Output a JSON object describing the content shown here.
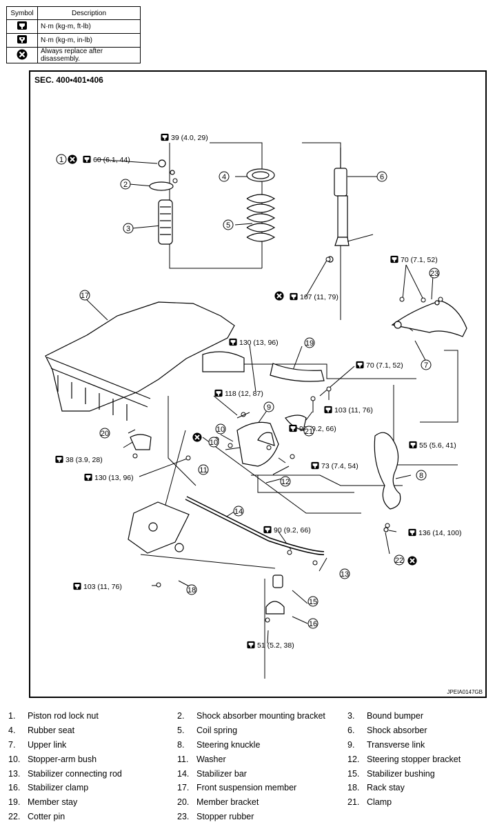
{
  "legend": {
    "header": {
      "symbol": "Symbol",
      "description": "Description"
    },
    "rows": [
      {
        "icon": "torque-wrench-icon",
        "description": "N·m (kg-m, ft-lb)"
      },
      {
        "icon": "torque-wrench-inlb-icon",
        "description": "N·m (kg-m, in-lb)"
      },
      {
        "icon": "always-replace-icon",
        "description": "Always replace after disassembly."
      }
    ]
  },
  "diagram": {
    "section": "SEC. 400•401•406",
    "figure_id": "JPEIA0147GB",
    "torques": [
      "39 (4.0, 29)",
      "60 (6.1, 44)",
      "107 (11, 79)",
      "70 (7.1, 52)",
      "130 (13, 96)",
      "70 (7.1, 52)",
      "118 (12, 87)",
      "103 (11, 76)",
      "55 (5.6, 41)",
      "90 (9.2, 66)",
      "73 (7.4, 54)",
      "38 (3.9, 28)",
      "130 (13, 96)",
      "90 (9.2, 66)",
      "136 (14, 100)",
      "103 (11, 76)",
      "51 (5.2, 38)"
    ],
    "callout_numbers": [
      "1",
      "2",
      "3",
      "4",
      "5",
      "6",
      "7",
      "8",
      "9",
      "10",
      "10",
      "11",
      "12",
      "13",
      "14",
      "15",
      "16",
      "17",
      "18",
      "19",
      "20",
      "21",
      "22",
      "23"
    ]
  },
  "parts": [
    {
      "num": "1.",
      "name": "Piston rod lock nut"
    },
    {
      "num": "2.",
      "name": "Shock absorber mounting bracket"
    },
    {
      "num": "3.",
      "name": "Bound bumper"
    },
    {
      "num": "4.",
      "name": "Rubber seat"
    },
    {
      "num": "5.",
      "name": "Coil spring"
    },
    {
      "num": "6.",
      "name": "Shock absorber"
    },
    {
      "num": "7.",
      "name": "Upper link"
    },
    {
      "num": "8.",
      "name": "Steering knuckle"
    },
    {
      "num": "9.",
      "name": "Transverse link"
    },
    {
      "num": "10.",
      "name": "Stopper-arm bush"
    },
    {
      "num": "11.",
      "name": "Washer"
    },
    {
      "num": "12.",
      "name": "Steering stopper bracket"
    },
    {
      "num": "13.",
      "name": "Stabilizer connecting rod"
    },
    {
      "num": "14.",
      "name": "Stabilizer bar"
    },
    {
      "num": "15.",
      "name": "Stabilizer bushing"
    },
    {
      "num": "16.",
      "name": "Stabilizer clamp"
    },
    {
      "num": "17.",
      "name": "Front suspension member"
    },
    {
      "num": "18.",
      "name": "Rack stay"
    },
    {
      "num": "19.",
      "name": "Member stay"
    },
    {
      "num": "20.",
      "name": "Member bracket"
    },
    {
      "num": "21.",
      "name": "Clamp"
    },
    {
      "num": "22.",
      "name": "Cotter pin"
    },
    {
      "num": "23.",
      "name": "Stopper rubber"
    }
  ]
}
